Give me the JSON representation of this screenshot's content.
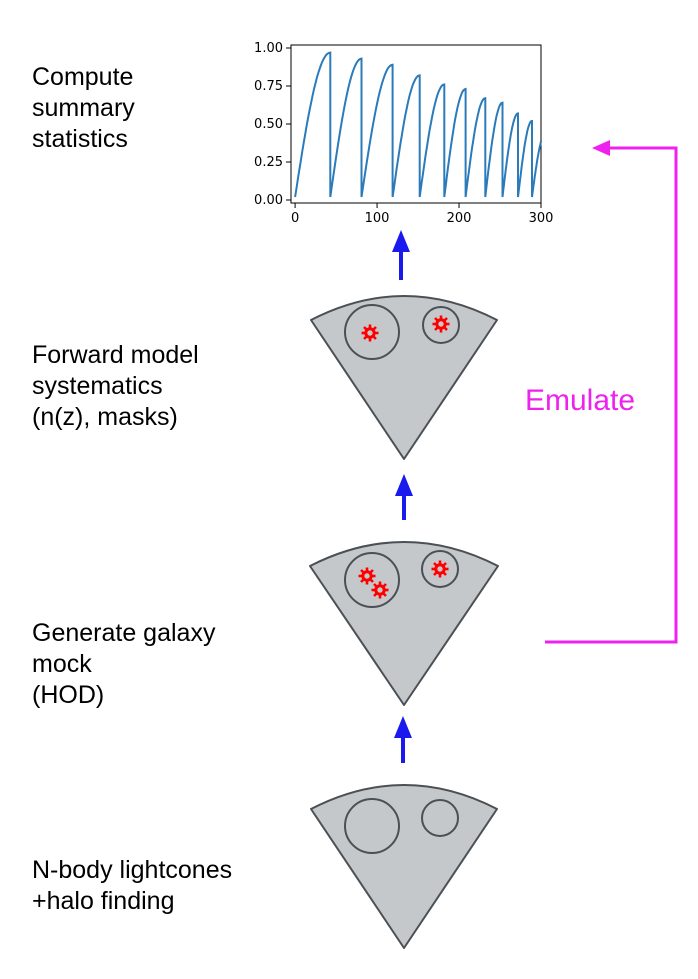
{
  "labels": {
    "summary": "Compute\nsummary\nstatistics",
    "forward": "Forward model\nsystematics\n(n(z), masks)",
    "generate": "Generate galaxy\nmock\n(HOD)",
    "nbody": "N-body lightcones\n+halo finding",
    "emulate": "Emulate"
  },
  "colors": {
    "arrow": "#1a1aee",
    "emulate": "#ee22ee",
    "cone_fill": "#c4c8ca",
    "cone_stroke": "#4a5055",
    "galaxy": "#ff0000",
    "line": "#2b7bba"
  },
  "chart_data": {
    "type": "line",
    "title": "",
    "xlabel": "",
    "ylabel": "",
    "xlim": [
      -5,
      300
    ],
    "ylim": [
      0,
      1
    ],
    "xticks": [
      "0",
      "100",
      "200",
      "300"
    ],
    "yticks": [
      "0.00",
      "0.25",
      "0.50",
      "0.75",
      "1.00"
    ],
    "cycles": [
      {
        "x0": 0,
        "x1": 43,
        "peak": 0.97
      },
      {
        "x0": 43,
        "x1": 81,
        "peak": 0.93
      },
      {
        "x0": 81,
        "x1": 119,
        "peak": 0.89
      },
      {
        "x0": 119,
        "x1": 152,
        "peak": 0.82
      },
      {
        "x0": 152,
        "x1": 182,
        "peak": 0.76
      },
      {
        "x0": 182,
        "x1": 208,
        "peak": 0.73
      },
      {
        "x0": 208,
        "x1": 232,
        "peak": 0.67
      },
      {
        "x0": 232,
        "x1": 253,
        "peak": 0.64
      },
      {
        "x0": 253,
        "x1": 272,
        "peak": 0.57
      },
      {
        "x0": 272,
        "x1": 289,
        "peak": 0.52
      },
      {
        "x0": 289,
        "x1": 305,
        "peak": 0.43
      }
    ]
  }
}
